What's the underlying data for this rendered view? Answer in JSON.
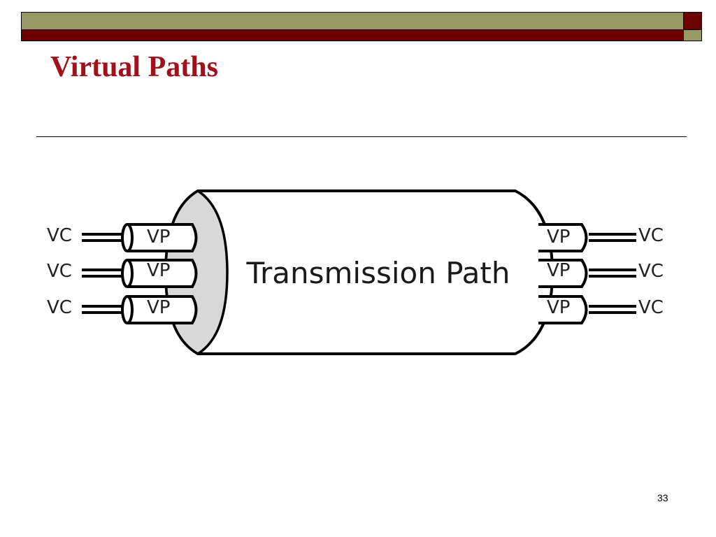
{
  "slide": {
    "title": "Virtual Paths",
    "page_number": "33"
  },
  "theme": {
    "olive": "#999966",
    "maroon": "#6b0000",
    "title_color": "#a0111b",
    "cylinder_end_fill": "#d8d8d8"
  },
  "diagram": {
    "center_label": "Transmission Path",
    "left": [
      {
        "vc": "VC",
        "vp": "VP"
      },
      {
        "vc": "VC",
        "vp": "VP"
      },
      {
        "vc": "VC",
        "vp": "VP"
      }
    ],
    "right": [
      {
        "vp": "VP",
        "vc": "VC"
      },
      {
        "vp": "VP",
        "vc": "VC"
      },
      {
        "vp": "VP",
        "vc": "VC"
      }
    ]
  }
}
